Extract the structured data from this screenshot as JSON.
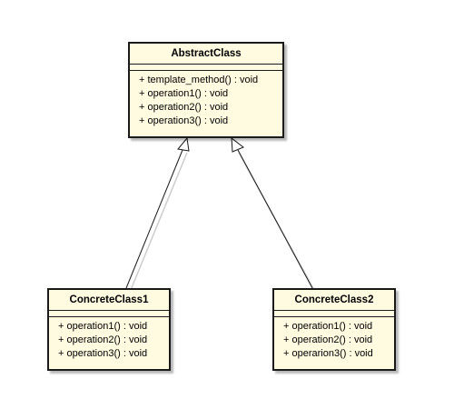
{
  "abstract_class": {
    "name": "AbstractClass",
    "operations": [
      "+ template_method() : void",
      "+ operation1() : void",
      "+ operation2() : void",
      "+ operation3() : void"
    ]
  },
  "concrete_class_1": {
    "name": "ConcreteClass1",
    "operations": [
      "+ operation1() : void",
      "+ operation2() : void",
      "+ operation3() : void"
    ]
  },
  "concrete_class_2": {
    "name": "ConcreteClass2",
    "operations": [
      "+ operation1() : void",
      "+ operation2() : void",
      "+ operarion3() : void"
    ]
  },
  "colors": {
    "class_fill": "#fffbe0",
    "class_border": "#1a1a1a",
    "arrow": "#1a1a1a"
  }
}
